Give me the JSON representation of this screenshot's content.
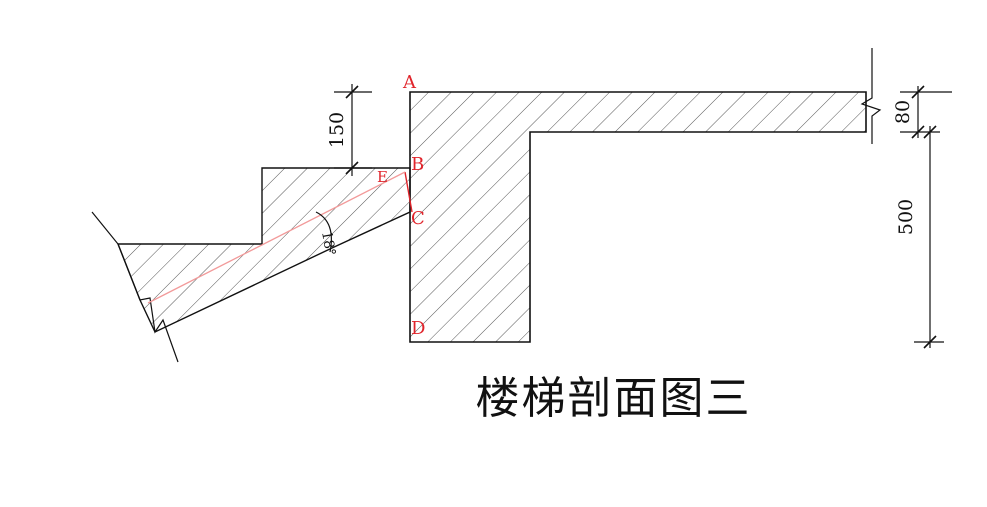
{
  "diagram": {
    "caption": "楼梯剖面图三",
    "point_labels": {
      "a": "A",
      "b": "B",
      "c": "C",
      "d": "D",
      "e": "E"
    },
    "dimensions": {
      "riser_height": "150",
      "slab_thickness": "80",
      "beam_height": "500"
    },
    "angle_label": "18°",
    "colors": {
      "outline": "#111111",
      "hatch": "#555555",
      "highlight": "#e0242b",
      "highlight_line": "#f29a9a"
    }
  }
}
